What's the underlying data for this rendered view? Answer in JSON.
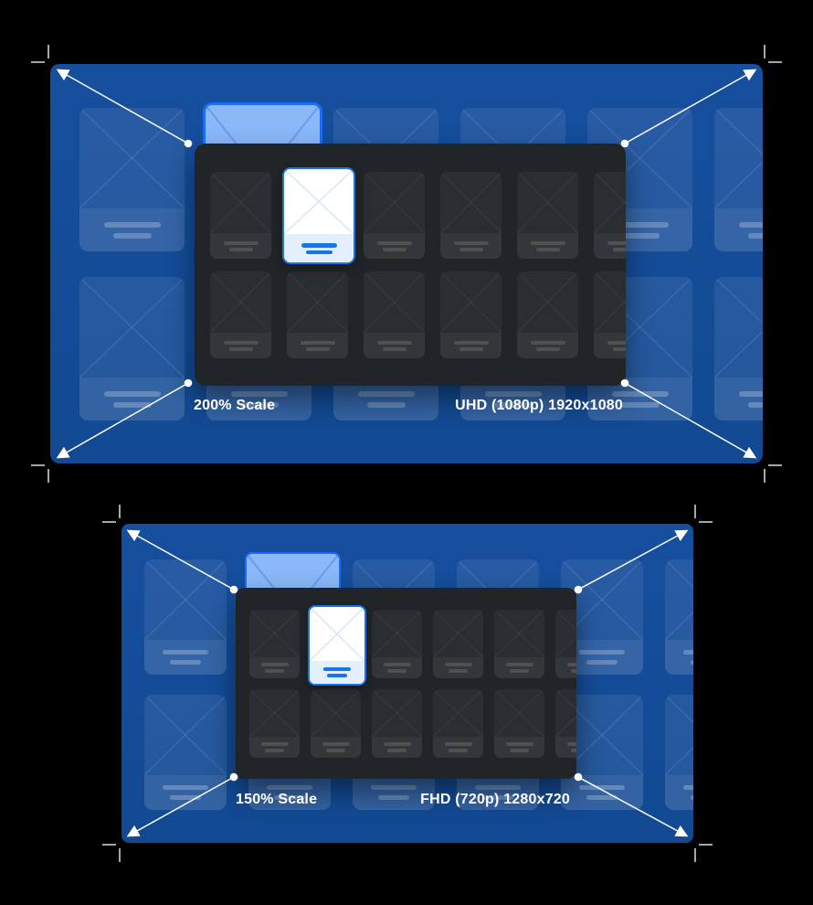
{
  "page": {
    "background": "#000000"
  },
  "screens": [
    {
      "name": "uhd-display",
      "scale_label": "200% Scale",
      "resolution_label": "UHD (1080p) 1920x1080",
      "background_grid": {
        "columns": 6,
        "rows": 2
      },
      "window_grid": {
        "columns": 6,
        "rows": 2,
        "highlighted_card_position": "row 1, column 2"
      }
    },
    {
      "name": "fhd-display",
      "scale_label": "150% Scale",
      "resolution_label": "FHD (720p) 1280x720",
      "background_grid": {
        "columns": 6,
        "rows": 2
      },
      "window_grid": {
        "columns": 6,
        "rows": 2,
        "highlighted_card_position": "row 1, column 2"
      }
    }
  ],
  "icons": {
    "image_placeholder": "x-cross-diagonals",
    "scale_arrow": "diagonal-arrow-with-dot",
    "crop_mark": "corner-tick-pair"
  },
  "colors": {
    "page_background": "#000000",
    "display_blue": "#124992",
    "panel_dark": "#212527",
    "accent_blue": "#1a73e8",
    "highlight_tab_fill": "#8ab8f8",
    "highlight_tab_border": "#1b6ef3",
    "highlight_card_fill": "#ffffff",
    "highlight_footer_fill": "#e4effe",
    "arrow_white": "#ffffff",
    "crop_mark_gray": "#a6a6a6"
  }
}
